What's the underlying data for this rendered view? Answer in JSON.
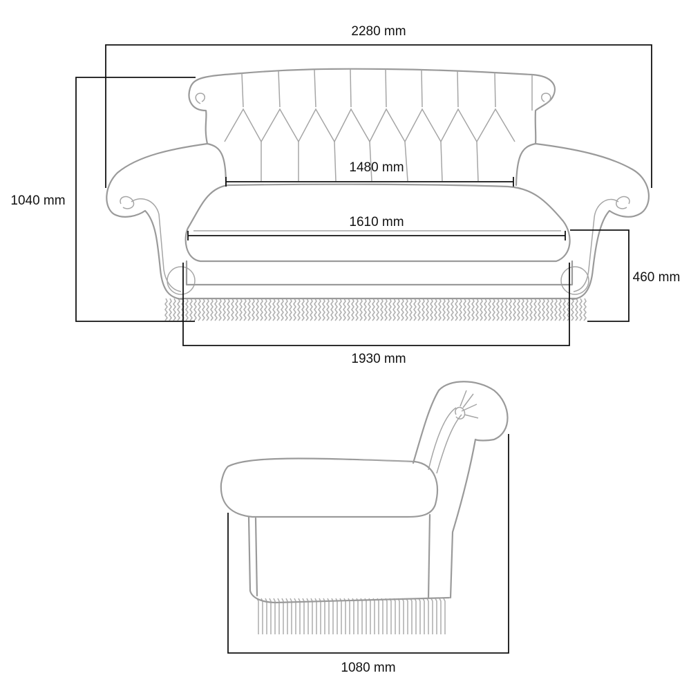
{
  "dimensions": {
    "overall_width": "2280 mm",
    "height": "1040 mm",
    "back_inner_width": "1480 mm",
    "seat_width": "1610 mm",
    "seat_height": "460 mm",
    "base_width": "1930 mm",
    "depth": "1080 mm"
  },
  "colors": {
    "outline": "#9a9a9a",
    "dimension_line": "#111111"
  }
}
